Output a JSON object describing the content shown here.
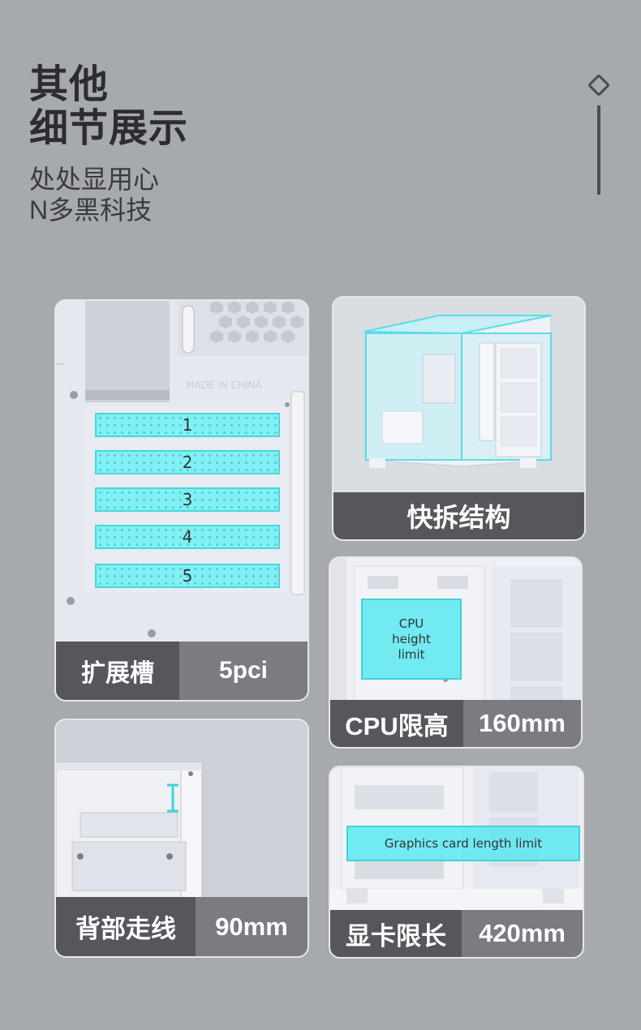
{
  "header": {
    "title_line1": "其他",
    "title_line2": "细节展示",
    "subtitle_line1": "处处显用心",
    "subtitle_line2": "N多黑科技"
  },
  "decor": {
    "icon": "diamond-icon"
  },
  "cards": {
    "slots": {
      "label": "扩展槽",
      "value": "5pci",
      "stamp": "MADE IN CHINA",
      "slot_numbers": [
        "1",
        "2",
        "3",
        "4",
        "5"
      ]
    },
    "quick": {
      "label": "快拆结构"
    },
    "cpu": {
      "label": "CPU限高",
      "value": "160mm",
      "annotation_line1": "CPU",
      "annotation_line2": "height",
      "annotation_line3": "limit"
    },
    "cable": {
      "label": "背部走线",
      "value": "90mm"
    },
    "gpu": {
      "label": "显卡限长",
      "value": "420mm",
      "annotation": "Graphics card length limit"
    }
  },
  "colors": {
    "background": "#a6a9ad",
    "accent_cyan": "#5ae8f0",
    "label_dark": "#55575c",
    "label_light": "#7a7c81"
  }
}
